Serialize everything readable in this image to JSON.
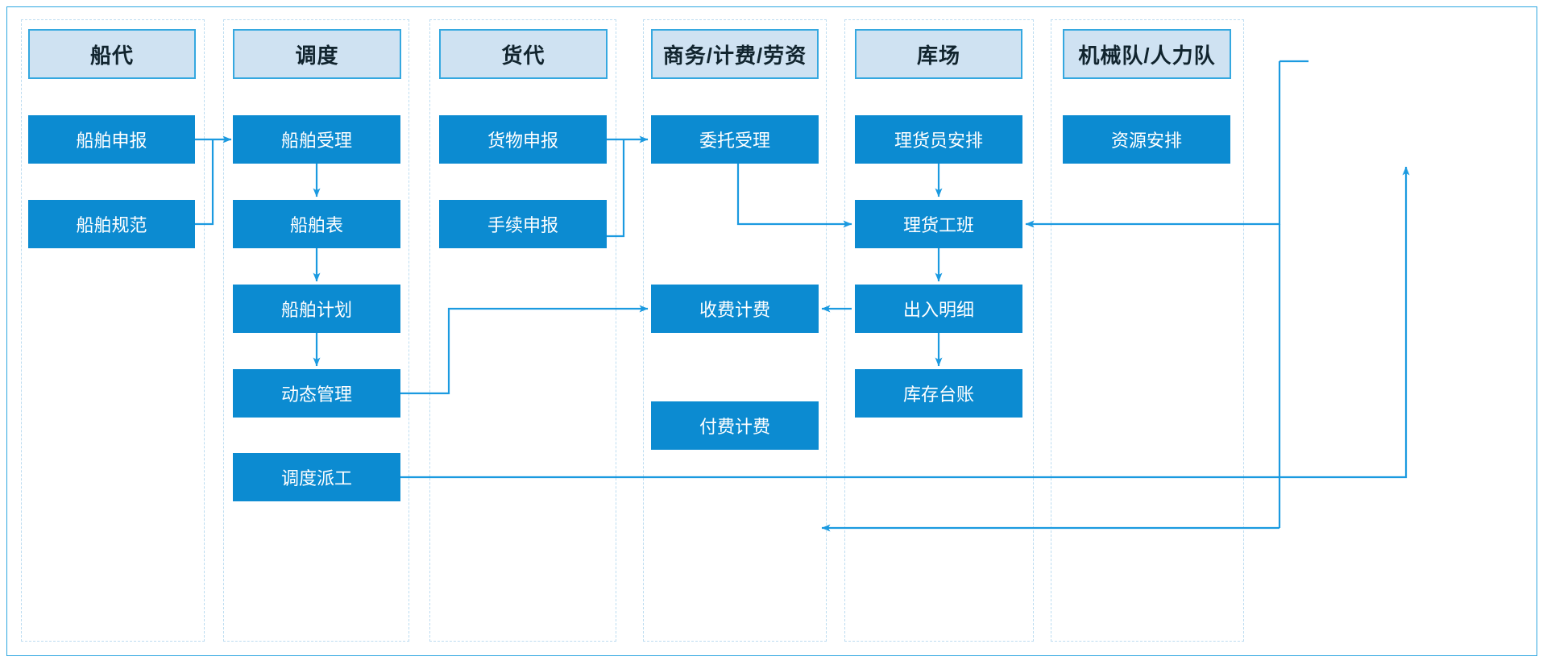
{
  "diagram": {
    "title_colors": {
      "node_fill": "#0c8bd1",
      "header_fill": "#cfe2f2",
      "header_border": "#35a8e0",
      "lane_border": "#bcdcf0",
      "edge": "#1b9ae0",
      "frame": "#2ea6e0"
    },
    "lanes": [
      {
        "id": "lane-chuandai",
        "header": "船代",
        "nodes": [
          "船舶申报",
          "船舶规范"
        ]
      },
      {
        "id": "lane-diaodu",
        "header": "调度",
        "nodes": [
          "船舶受理",
          "船舶表",
          "船舶计划",
          "动态管理",
          "调度派工"
        ]
      },
      {
        "id": "lane-huodai",
        "header": "货代",
        "nodes": [
          "货物申报",
          "手续申报"
        ]
      },
      {
        "id": "lane-shangwu",
        "header": "商务/计费/劳资",
        "nodes": [
          "委托受理",
          "收费计费",
          "付费计费"
        ]
      },
      {
        "id": "lane-kuchang",
        "header": "库场",
        "nodes": [
          "理货员安排",
          "理货工班",
          "出入明细",
          "库存台账"
        ]
      },
      {
        "id": "lane-jixie",
        "header": "机械队/人力队",
        "nodes": [
          "资源安排"
        ]
      }
    ],
    "edges": [
      {
        "from": "船舶申报",
        "to": "船舶受理"
      },
      {
        "from": "船舶规范",
        "to": "船舶受理"
      },
      {
        "from": "船舶受理",
        "to": "船舶表"
      },
      {
        "from": "船舶表",
        "to": "船舶计划"
      },
      {
        "from": "船舶计划",
        "to": "动态管理"
      },
      {
        "from": "动态管理",
        "to": "收费计费"
      },
      {
        "from": "调度派工",
        "to": "资源安排"
      },
      {
        "from": "货物申报",
        "to": "委托受理"
      },
      {
        "from": "手续申报",
        "to": "委托受理"
      },
      {
        "from": "委托受理",
        "to": "理货工班"
      },
      {
        "from": "理货员安排",
        "to": "理货工班"
      },
      {
        "from": "资源安排",
        "to": "理货工班"
      },
      {
        "from": "理货工班",
        "to": "出入明细"
      },
      {
        "from": "出入明细",
        "to": "库存台账"
      },
      {
        "from": "出入明细",
        "to": "收费计费"
      },
      {
        "from": "库存台账",
        "to": "付费计费"
      }
    ]
  }
}
